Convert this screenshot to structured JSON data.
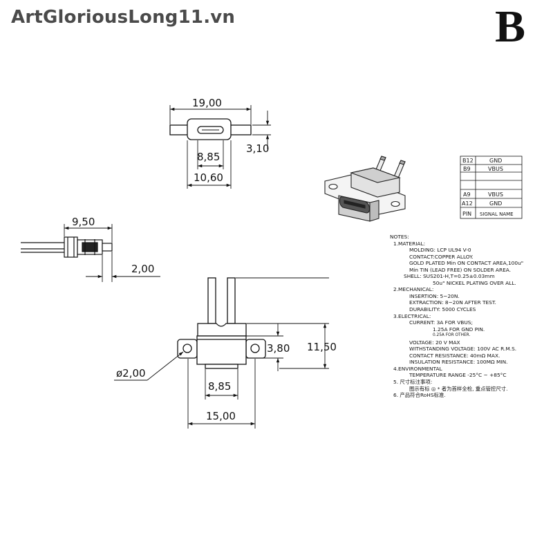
{
  "watermark": {
    "text": "ArtGloriousLong11.vn"
  },
  "variant_label": "B",
  "dimensions": {
    "top_width": "19,00",
    "top_height": "3,10",
    "top_inner": "8,85",
    "top_outer": "10,60",
    "side_length": "9,50",
    "side_thickness": "2,00",
    "front_hole_dia": "ø2,00",
    "front_mid_height": "3,80",
    "front_height": "11,50",
    "front_inner": "8,85",
    "front_width": "15,00"
  },
  "pin_table": {
    "rows": [
      {
        "pin": "B12",
        "signal": "GND"
      },
      {
        "pin": "B9",
        "signal": "VBUS"
      },
      {
        "pin": "",
        "signal": ""
      },
      {
        "pin": "",
        "signal": ""
      },
      {
        "pin": "A9",
        "signal": "VBUS"
      },
      {
        "pin": "A12",
        "signal": "GND"
      },
      {
        "pin": "PIN",
        "signal": "SIGNAL NAME"
      }
    ]
  },
  "notes": {
    "heading": "NOTES:",
    "material": {
      "title": "1.MATERIAL:",
      "molding": "MOLDING: LCP UL94 V-0",
      "contact": "CONTACT:COPPER ALLOY.",
      "gold": "GOLD PLATED Min ON CONTACT AREA,100u\"",
      "tin": "Min TIN (LEAD FREE) ON SOLDER AREA.",
      "shell": "SHELL: SUS201-H,T=0.25±0.03mm",
      "nickel": "50u\" NICKEL PLATING OVER ALL."
    },
    "mechanical": {
      "title": "2.MECHANICAL:",
      "insertion": "INSERTION: 5~20N.",
      "extraction": "EXTRACTION: 8~20N AFTER TEST.",
      "durability": "DURABILITY: 5000 CYCLES"
    },
    "electrical": {
      "title": "3.ELECTRICAL:",
      "current": "CURRENT: 3A FOR VBUS;",
      "current2": "1.25A FOR GND PIN.",
      "current3": "0.25A FOR OTHER.",
      "voltage": "VOLTAGE: 20 V MAX",
      "withstanding": "WITHSTANDING VOLTAGE: 100V AC R.M.S.",
      "contact_res": "CONTACT RESISTANCE: 40mΩ MAX.",
      "insulation": "INSULATION RESISTANCE: 100MΩ MIN."
    },
    "environmental": {
      "title": "4.ENVIRONMENTAL",
      "temperature": "TEMPERATURE RANGE -25°C ~ +85°C"
    },
    "note5_title": "5.  尺寸标注事项:",
    "note5_body": "图示有标 ◎ * 者为首样全检, 重点管控尺寸.",
    "note6": "6.  产品符合RoHS标准."
  }
}
